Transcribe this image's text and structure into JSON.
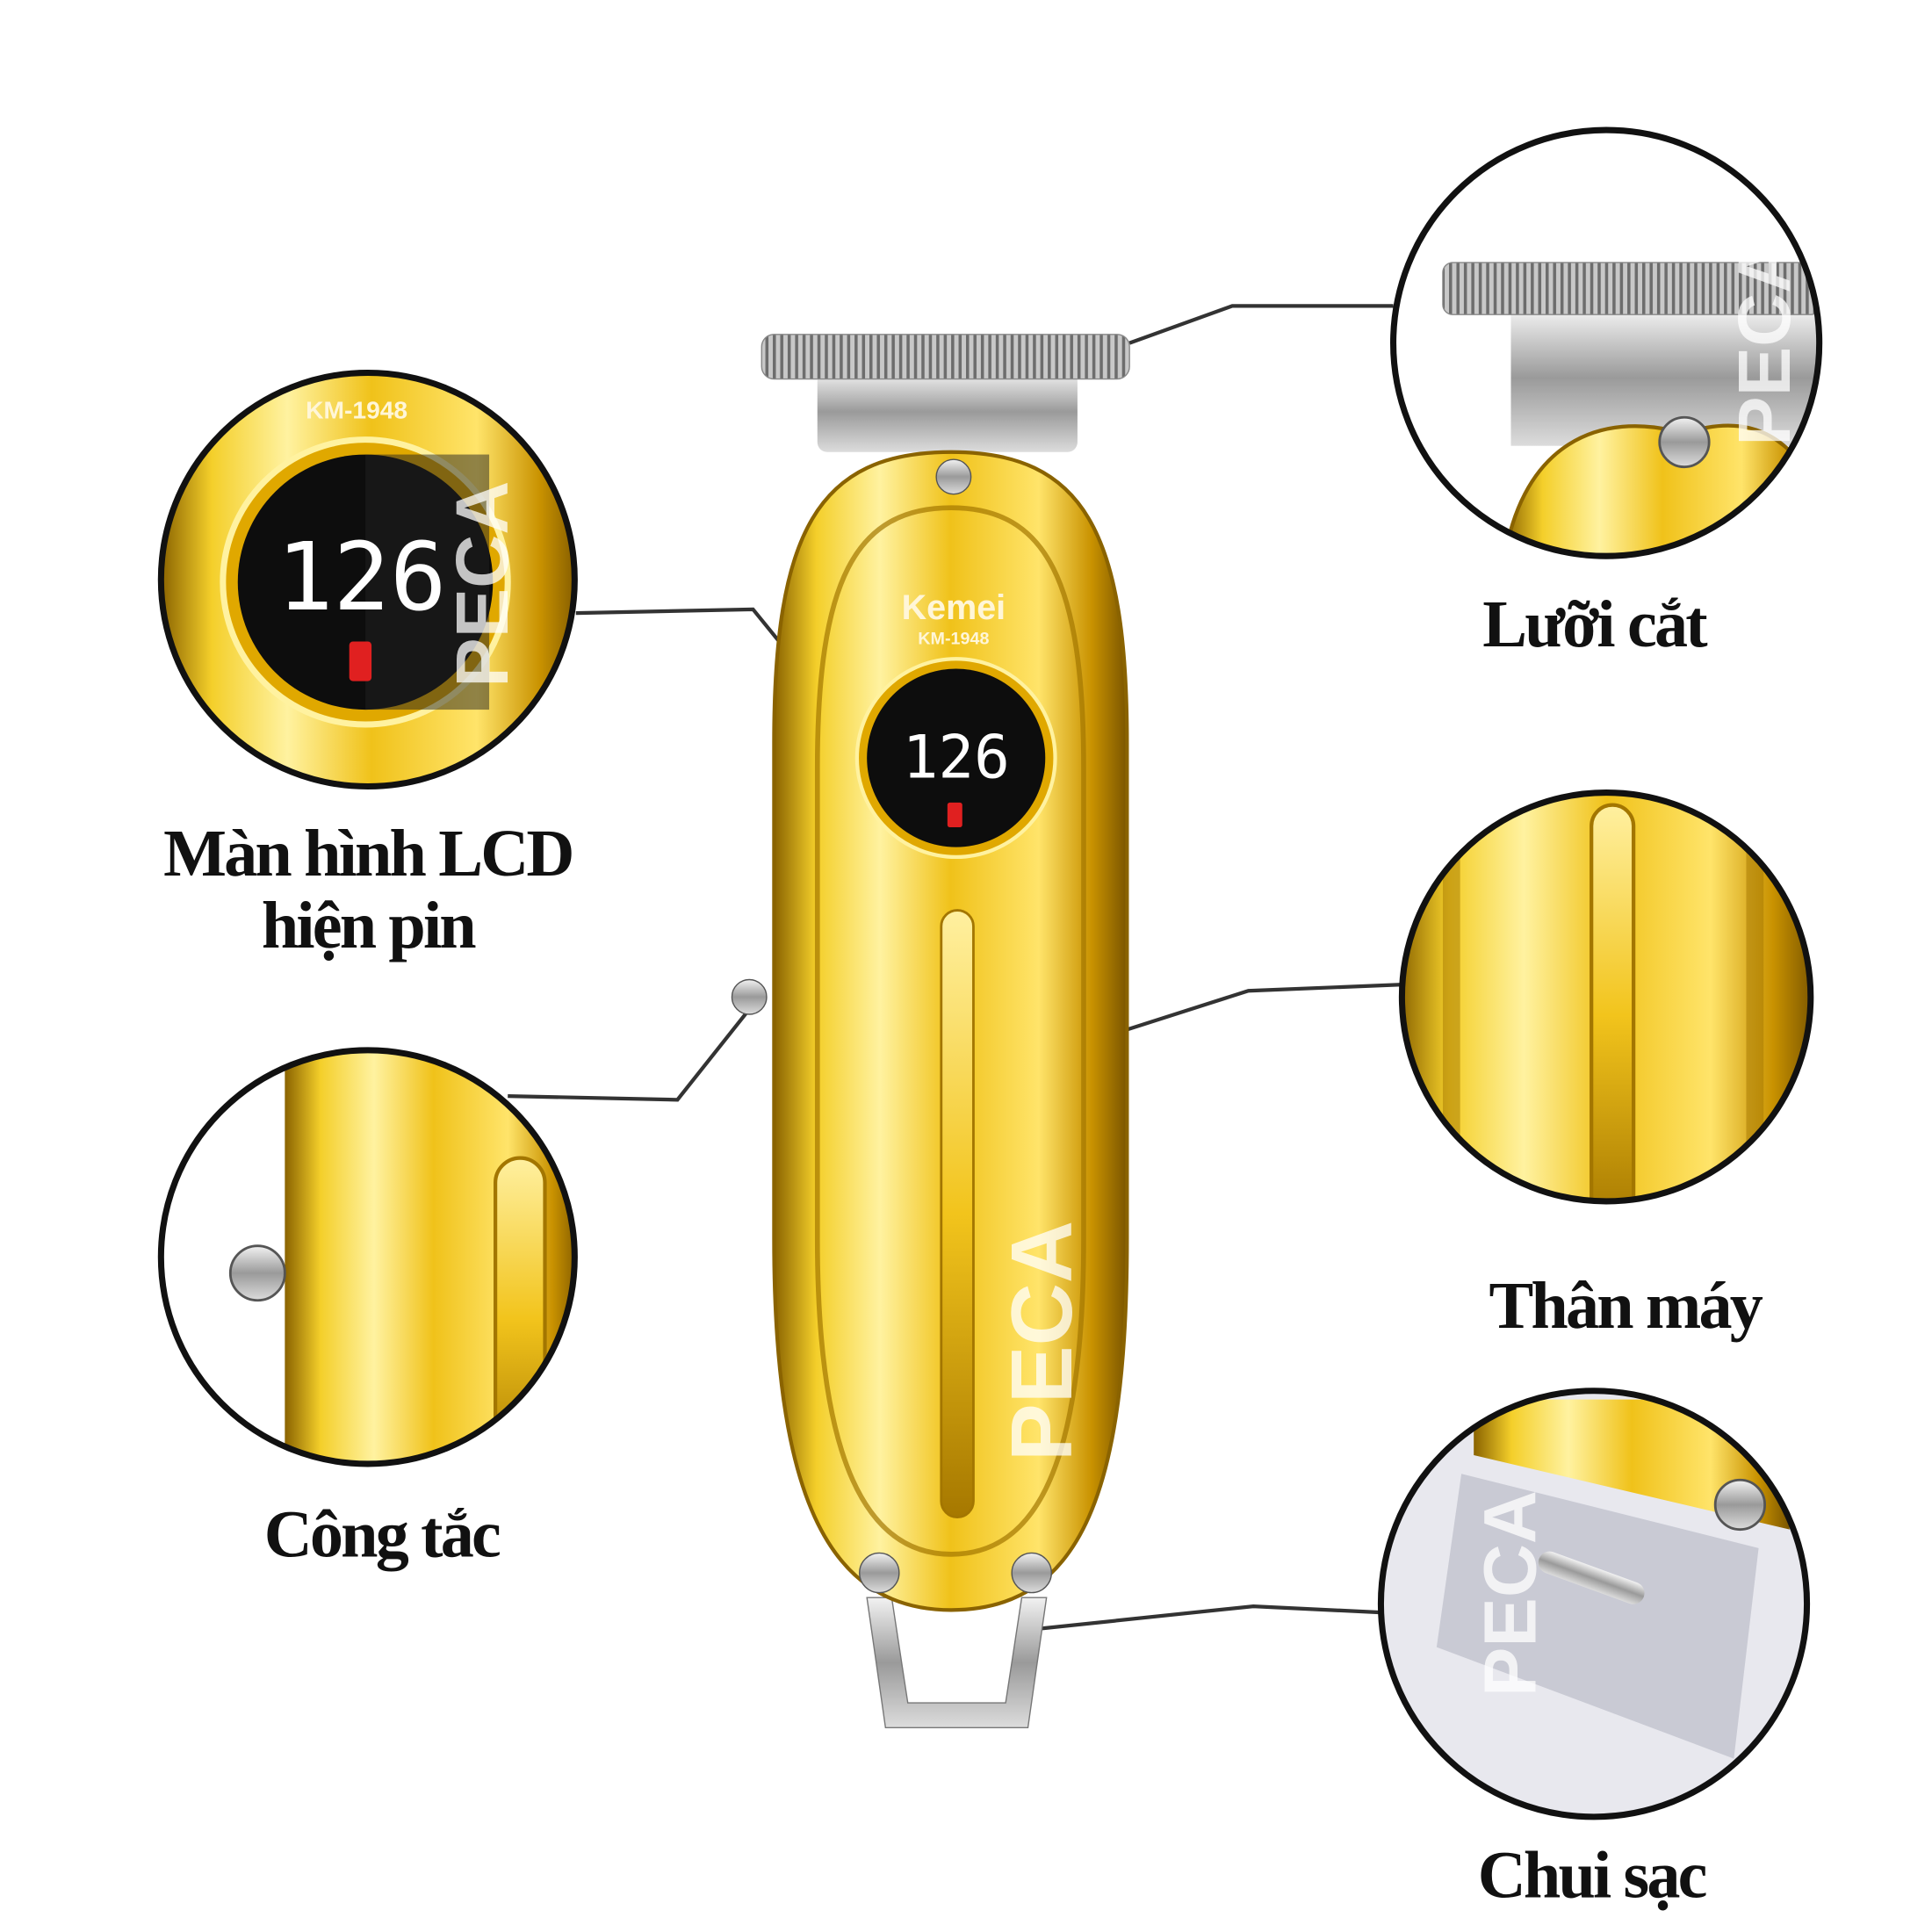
{
  "product": {
    "brand": "Kemei",
    "model": "KM-1948",
    "display_value": "126",
    "watermark": "PECA"
  },
  "callouts": {
    "lcd": {
      "line1": "Màn hình LCD",
      "line2": "hiện pin"
    },
    "switch": {
      "label": "Công tắc"
    },
    "blade": {
      "label": "Lưỡi cắt"
    },
    "body": {
      "label": "Thân máy"
    },
    "charging_port": {
      "label": "Chui sạc"
    }
  },
  "colors": {
    "gold": "#e8b80c",
    "dark": "#111111",
    "battery_red": "#e02020"
  }
}
